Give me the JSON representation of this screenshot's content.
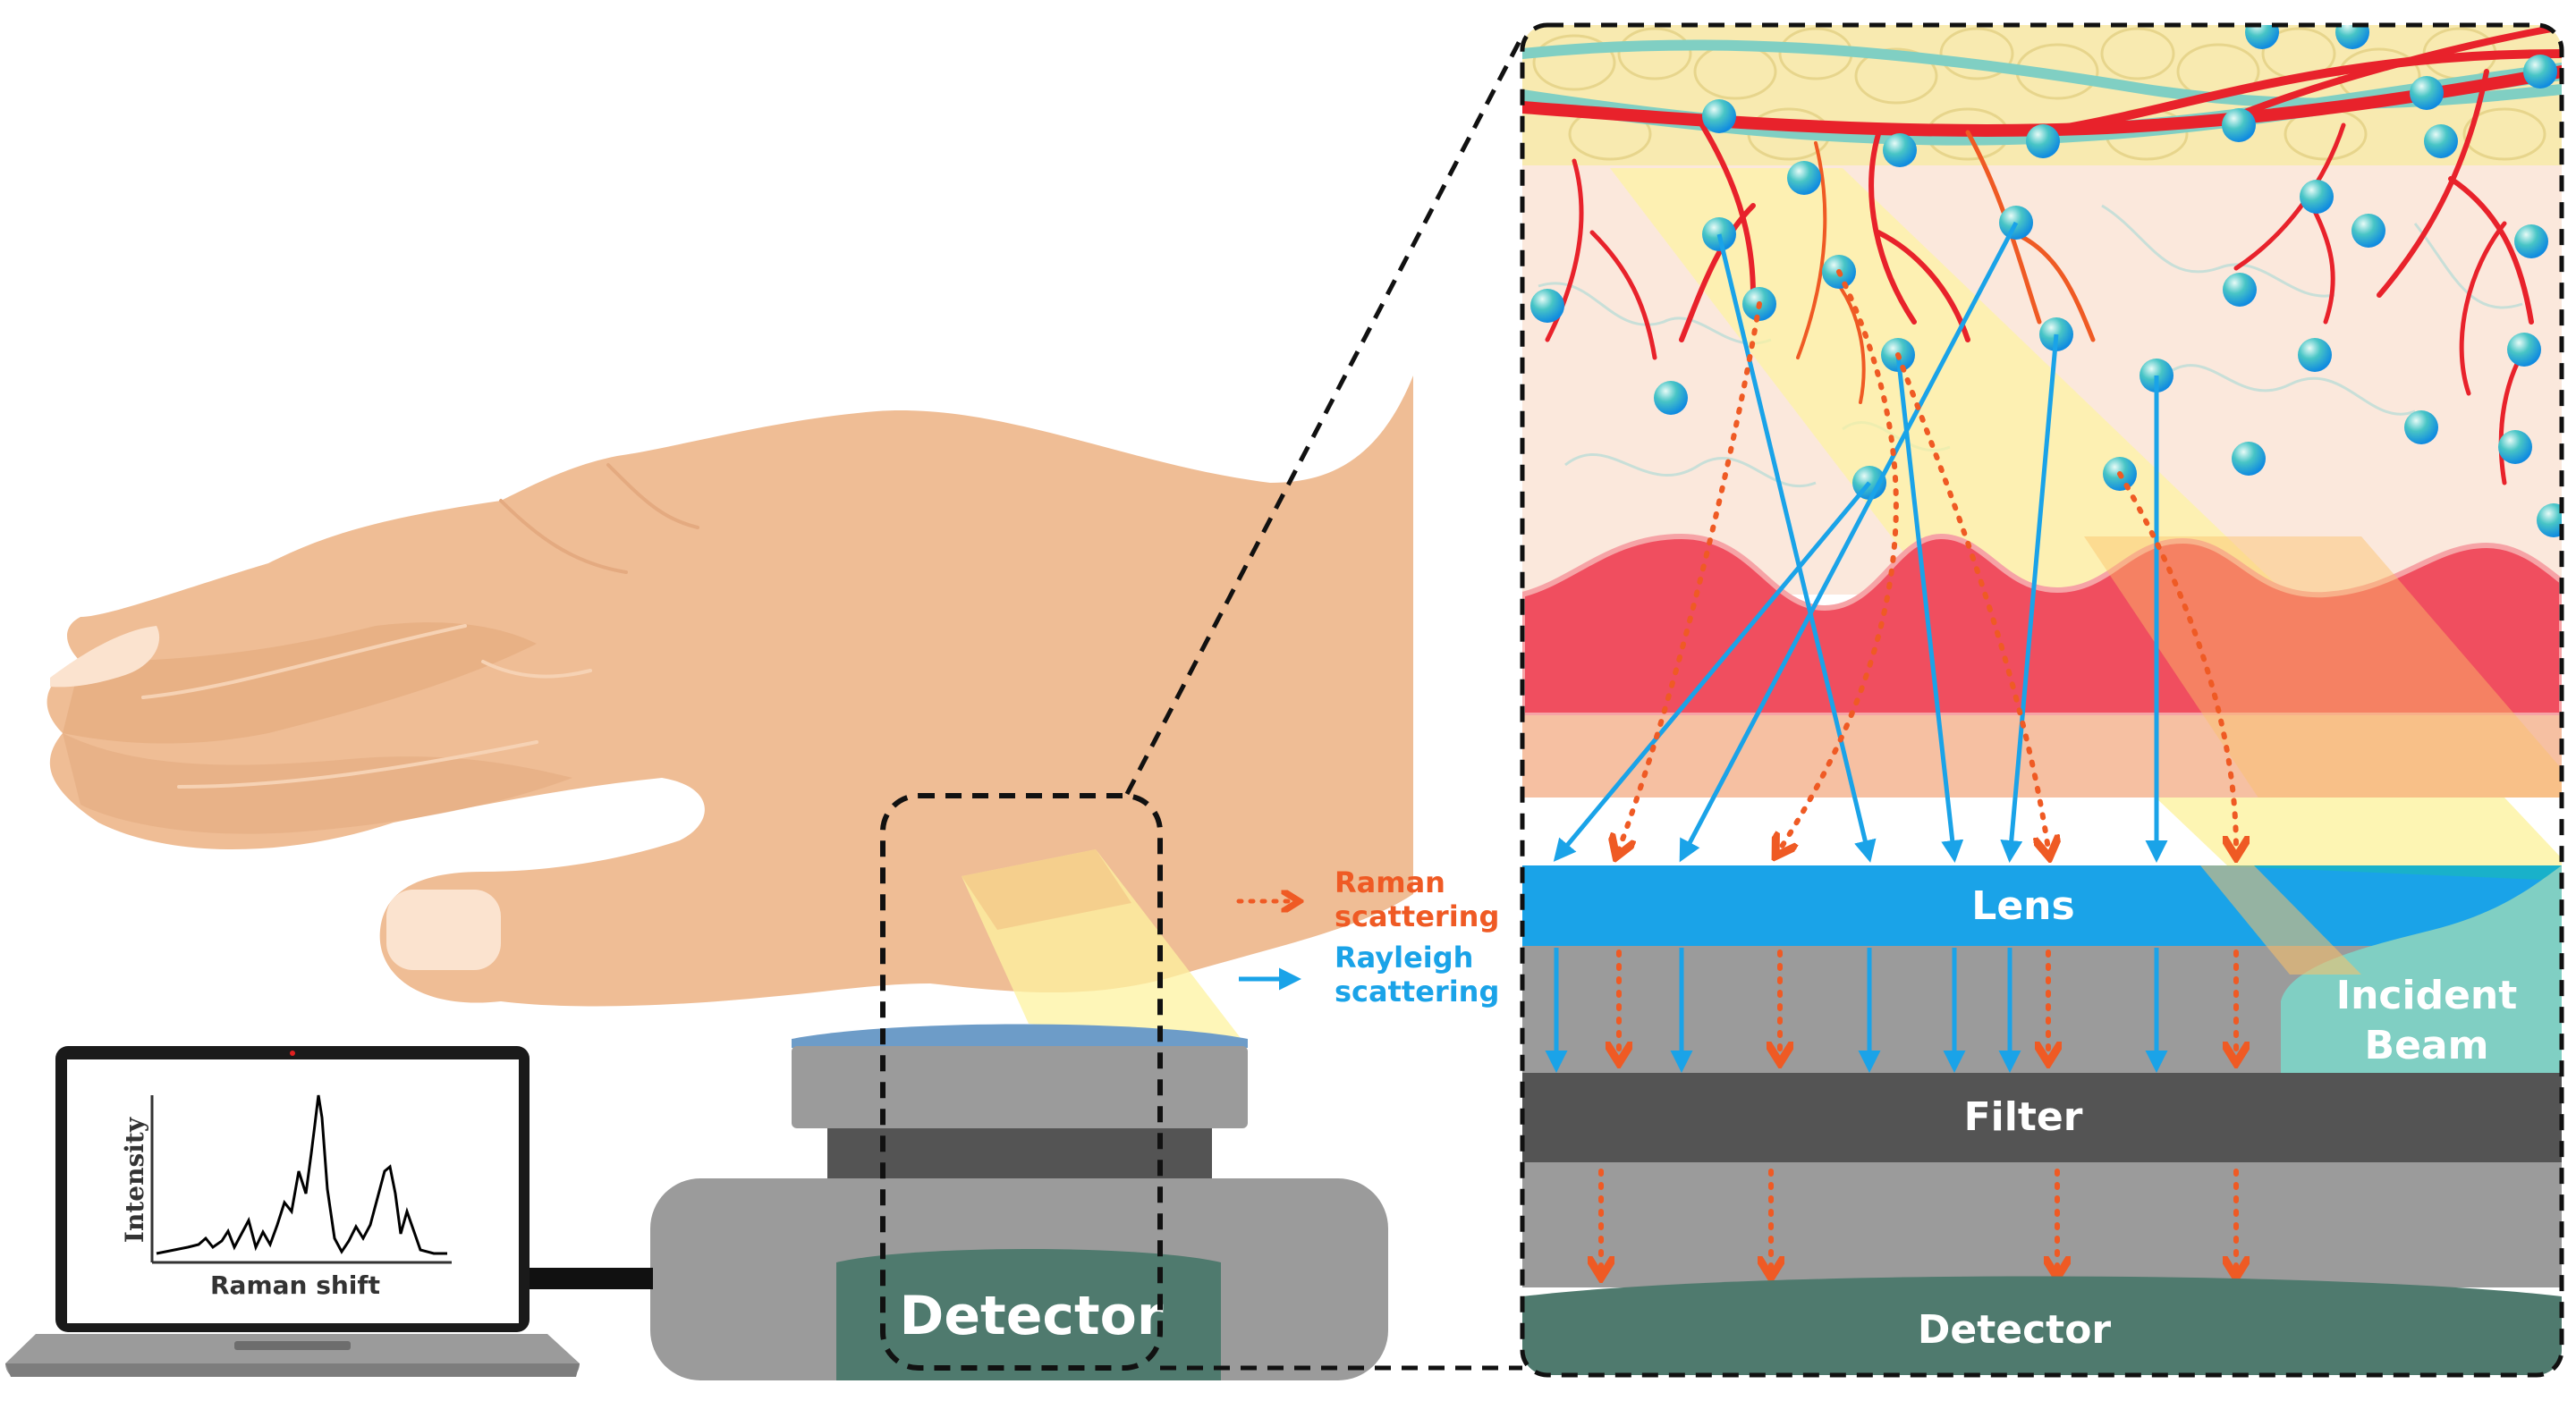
{
  "legend": {
    "raman": "Raman",
    "raman_2": "scattering",
    "rayleigh": "Rayleigh",
    "rayleigh_2": "scattering",
    "raman_color": "#ef5a24",
    "rayleigh_color": "#1aa3e8"
  },
  "device": {
    "detector_label": "Detector"
  },
  "laptop": {
    "plot_ylabel": "Intensity",
    "plot_xlabel": "Raman shift"
  },
  "zoom": {
    "lens_label": "Lens",
    "filter_label": "Filter",
    "detector_label": "Detector",
    "incident_1": "Incident",
    "incident_2": "Beam"
  },
  "colors": {
    "skin": "#efbd95",
    "lens": "#1aa3e8",
    "filter": "#545454",
    "detector": "#4f7a6e",
    "body_grey": "#9b9b9b",
    "dermis": "#f04e5f",
    "beam": "#fdf3a0",
    "incident_beam": "#80cfc3",
    "vessel": "#e8222b"
  }
}
